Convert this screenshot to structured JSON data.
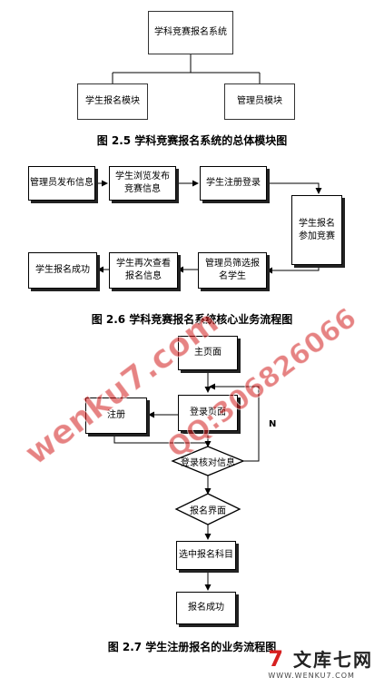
{
  "figure1": {
    "root": "学科竞赛报名系统",
    "left_module": "学生报名模块",
    "right_module": "管理员模块",
    "caption": "图 2.5  学科竞赛报名系统的总体模块图"
  },
  "figure2": {
    "boxes": [
      "管理员发布信息",
      "学生浏览发布竞赛信息",
      "学生注册登录",
      "学生报名参加竞赛",
      "管理员筛选报名学生",
      "学生再次查看报名信息",
      "学生报名成功"
    ],
    "caption": "图 2.6  学科竞赛报名系统核心业务流程图"
  },
  "figure3": {
    "home": "主页面",
    "login": "登录页面",
    "register": "注册",
    "verify": "登录核对信息",
    "signup_page": "报名界面",
    "select_subject": "选中报名科目",
    "success": "报名成功",
    "n_label": "N",
    "caption": "图 2.7  学生注册报名的业务流程图"
  },
  "watermark": {
    "text1": "wenku7.com",
    "text2": "QQ:306826066"
  },
  "logo": {
    "seven": "7",
    "name": "文库七网",
    "url": "WWW.WENKU7.COM"
  }
}
